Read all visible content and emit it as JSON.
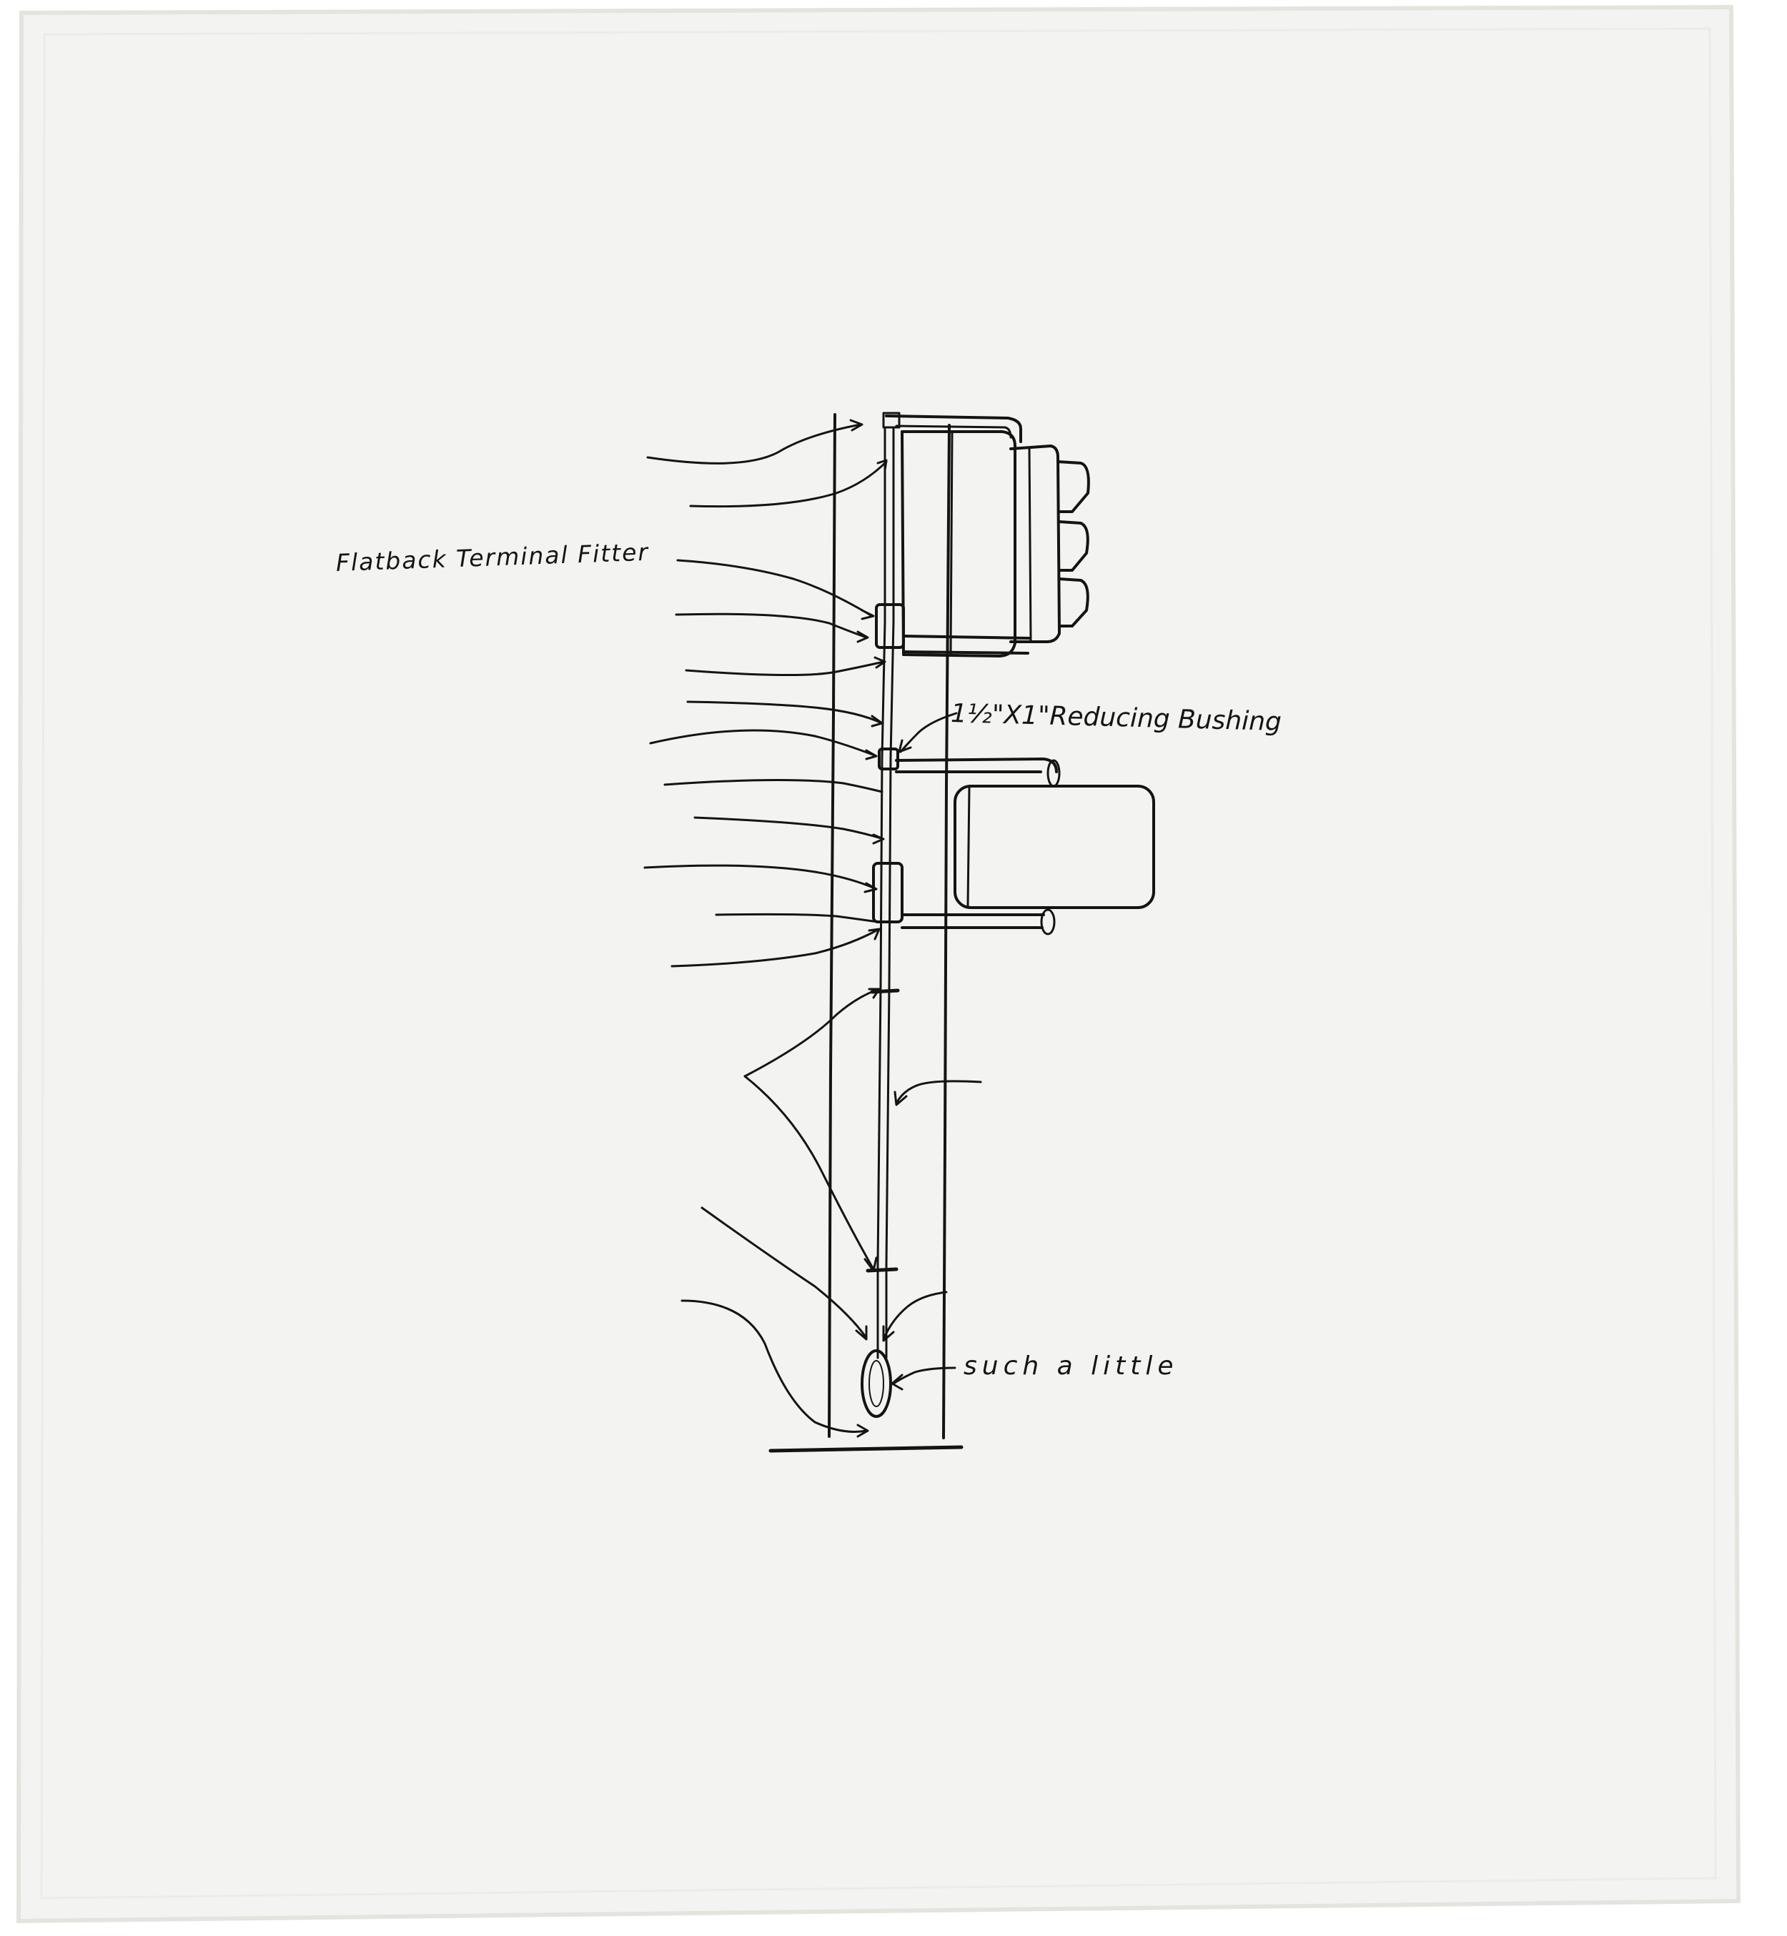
{
  "artwork": {
    "labels": {
      "flatback": "Flatback Terminal Fitter",
      "bushing": "1½\"X1\"Reducing Bushing",
      "little": "such a little"
    },
    "colors": {
      "cloth": "#f3f3f1",
      "cloth_edge": "#e6e6e2",
      "thread": "#141414",
      "background": "#ffffff"
    }
  }
}
